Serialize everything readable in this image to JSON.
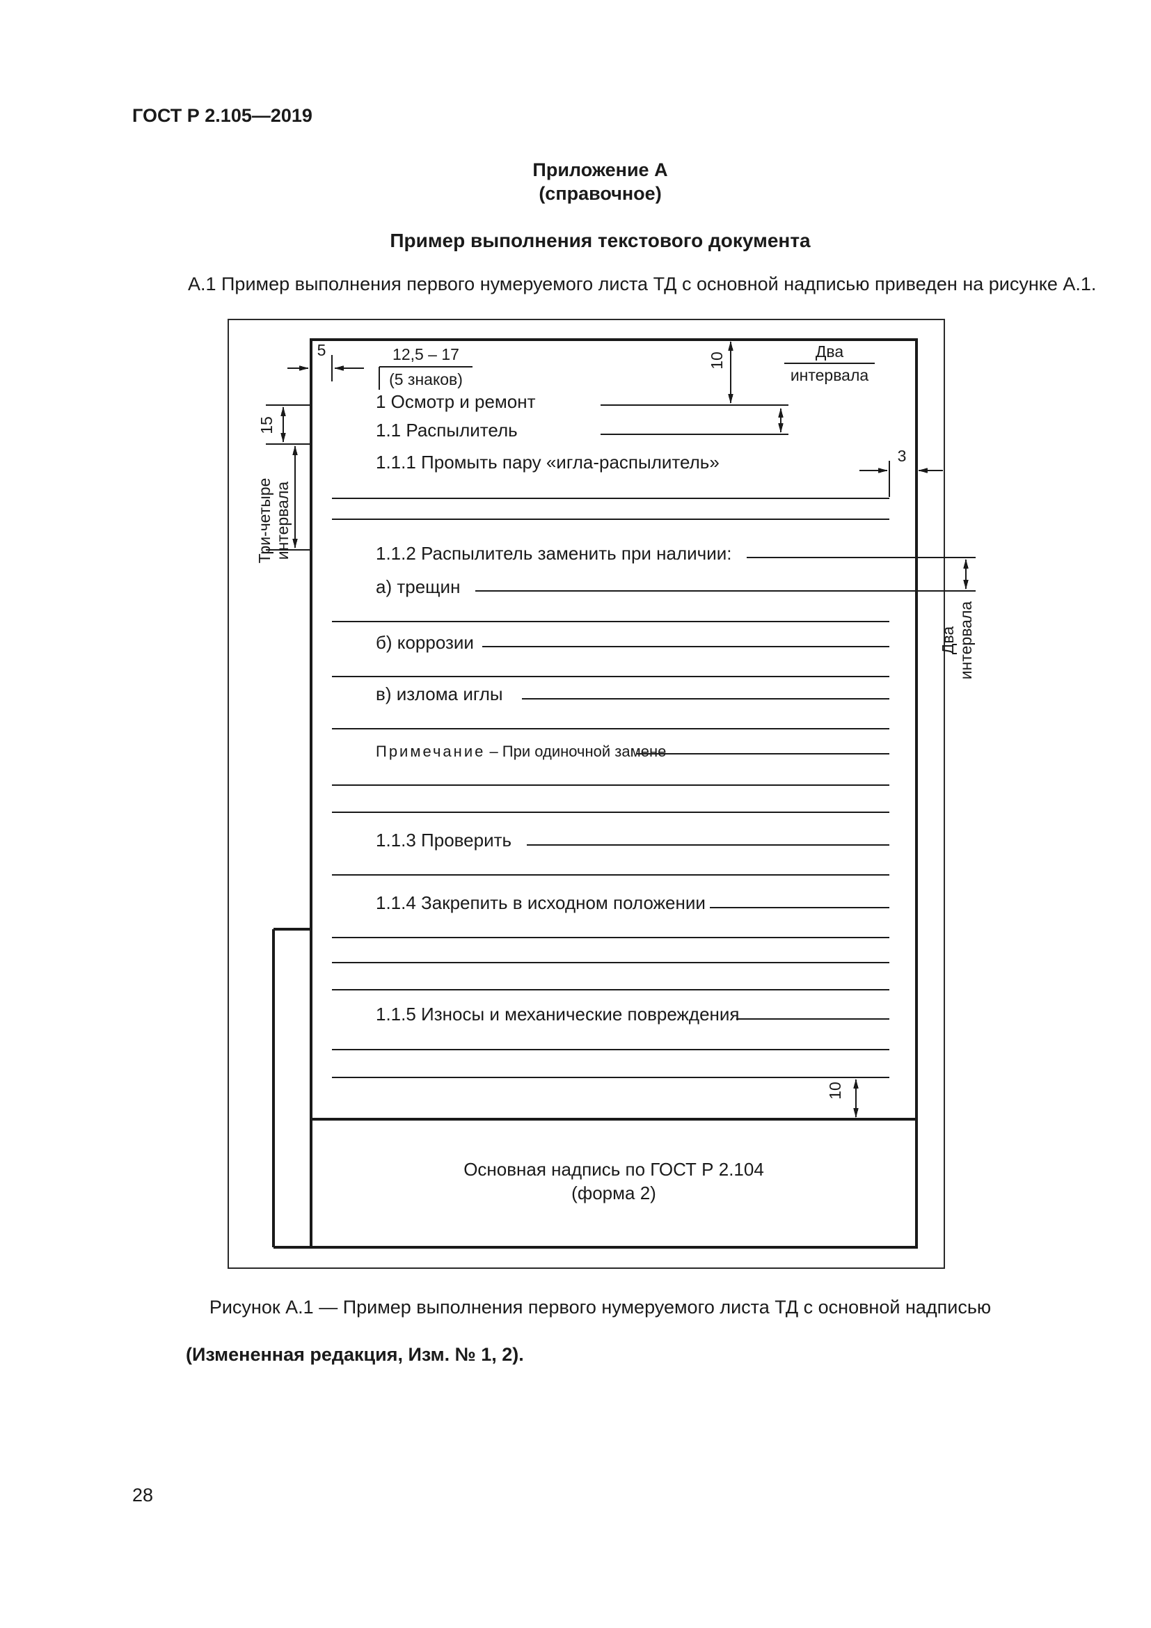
{
  "page": {
    "header": "ГОСТ Р 2.105—2019",
    "appendix": {
      "title": "Приложение А",
      "subtitle": "(справочное)"
    },
    "section_title": "Пример выполнения текстового документа",
    "intro": "А.1 Пример выполнения первого нумеруемого листа ТД с основной надписью приведен на рисунке А.1.",
    "caption": "Рисунок А.1 — Пример выполнения первого нумеруемого листа ТД с основной надписью",
    "revision_note": "(Измененная редакция, Изм. № 1, 2).",
    "page_number": "28"
  },
  "figure": {
    "dims": {
      "d5": "5",
      "d12": "12,5 – 17",
      "d12sub": "(5 знаков)",
      "d10top": "10",
      "dvaTop1": "Два",
      "dvaTop2": "интервала",
      "d15": "15",
      "tri1": "Три-четыре",
      "tri2": "интервала",
      "d3": "3",
      "dvaRight1": "Два",
      "dvaRight2": "интервала",
      "d10bottom": "10"
    },
    "doc": {
      "l1": "1 Осмотр и ремонт",
      "l2": "1.1 Распылитель",
      "l3": "1.1.1 Промыть пару «игла-распылитель»",
      "l4": "1.1.2 Распылитель заменить при наличии:",
      "l5": "а) трещин",
      "l6": "б) коррозии",
      "l7": "в) излома иглы",
      "note_label": "Примечание",
      "note_text": " – При одиночной замене",
      "l8": "1.1.3 Проверить",
      "l9": "1.1.4 Закрепить в исходном положении",
      "l10": "1.1.5 Износы и механические повреждения",
      "tb1": "Основная надпись по ГОСТ Р 2.104",
      "tb2": "(форма 2)"
    }
  }
}
